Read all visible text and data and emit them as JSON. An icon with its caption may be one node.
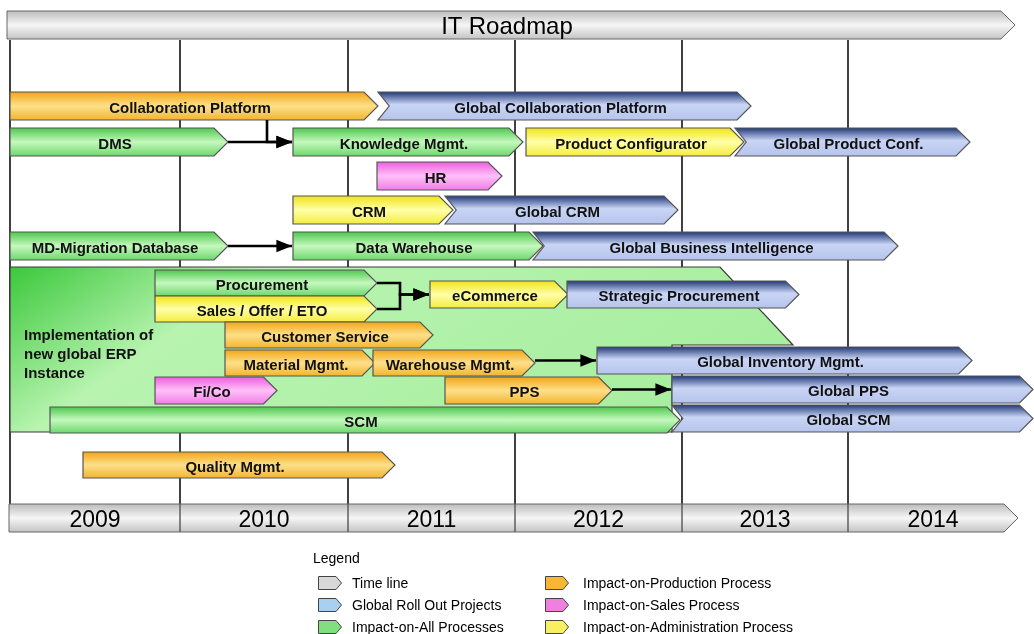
{
  "diagram": {
    "title": "IT Roadmap",
    "nodes": [
      {
        "text": [
          "Collaboration Platform"
        ]
      },
      {
        "text": [
          "Global Collaboration Platform"
        ]
      },
      {
        "text": [
          "DMS"
        ]
      },
      {
        "text": [
          "Knowledge Mgmt."
        ]
      },
      {
        "text": [
          "Product Configurator"
        ]
      },
      {
        "text": [
          "Global Product Conf."
        ]
      },
      {
        "text": [
          "HR"
        ]
      },
      {
        "text": [
          "CRM"
        ]
      },
      {
        "text": [
          "Global CRM"
        ]
      },
      {
        "text": [
          "MD-Migration Database"
        ]
      },
      {
        "text": [
          "Data Warehouse"
        ]
      },
      {
        "text": [
          "Global Business Intelligence"
        ]
      },
      {
        "text": [
          "Implementation of new global ERP Instance"
        ]
      },
      {
        "text": [
          "Procurement"
        ],
        "in": 12
      },
      {
        "text": [
          "Sales / Offer / ETO"
        ],
        "in": 12
      },
      {
        "text": [
          "eCommerce"
        ],
        "in": 12
      },
      {
        "text": [
          "Strategic Procurement"
        ],
        "in": 12
      },
      {
        "text": [
          "Customer Service"
        ],
        "in": 12
      },
      {
        "text": [
          "Material Mgmt."
        ],
        "in": 12
      },
      {
        "text": [
          "Warehouse Mgmt."
        ],
        "in": 12
      },
      {
        "text": [
          "Global Inventory Mgmt."
        ]
      },
      {
        "text": [
          "Fi/Co"
        ],
        "in": 12
      },
      {
        "text": [
          "PPS"
        ],
        "in": 12
      },
      {
        "text": [
          "Global PPS"
        ]
      },
      {
        "text": [
          "SCM"
        ],
        "in": 12
      },
      {
        "text": [
          "Global SCM"
        ]
      },
      {
        "text": [
          "Quality Mgmt."
        ]
      }
    ],
    "edges": [
      {
        "from": 0,
        "to": 3,
        "arrow": "to"
      },
      {
        "from": 2,
        "to": 3,
        "arrow": "to"
      },
      {
        "from": 9,
        "to": 10,
        "arrow": "to"
      },
      {
        "from": 13,
        "to": 15,
        "arrow": "to"
      },
      {
        "from": 14,
        "to": 15,
        "arrow": "to"
      },
      {
        "from": 19,
        "to": 20,
        "arrow": "to"
      },
      {
        "from": 22,
        "to": 23,
        "arrow": "to"
      }
    ],
    "labels": [
      "2009",
      "2010",
      "2011",
      "2012",
      "2013",
      "2014",
      "Legend"
    ],
    "legend": [
      {
        "text": "Time line",
        "color": "#d8d8d8"
      },
      {
        "text": "Global Roll Out Projects",
        "color": "#a8d0f0"
      },
      {
        "text": "Impact-on-All Processes",
        "color": "#80e080"
      },
      {
        "text": "Impact-on-Production Process",
        "color": "#f5b830"
      },
      {
        "text": "Impact-on-Sales Process",
        "color": "#f080e0"
      },
      {
        "text": "Impact-on-Administration Process",
        "color": "#f8f060"
      }
    ]
  }
}
